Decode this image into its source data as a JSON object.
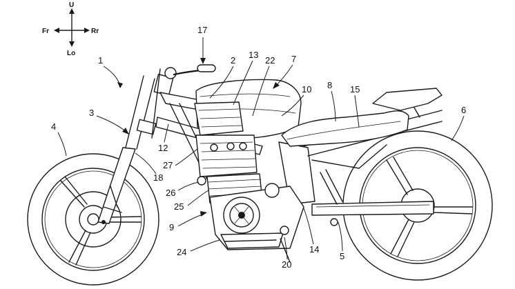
{
  "direction_indicator": {
    "up": "U",
    "front": "Fr",
    "rear": "Rr",
    "low": "Lo"
  },
  "reference_numerals": {
    "n1": "1",
    "n2": "2",
    "n3": "3",
    "n4": "4",
    "n5": "5",
    "n6": "6",
    "n7": "7",
    "n8": "8",
    "n9": "9",
    "n10": "10",
    "n12": "12",
    "n13": "13",
    "n14": "14",
    "n15": "15",
    "n17": "17",
    "n18": "18",
    "n20": "20",
    "n22": "22",
    "n24": "24",
    "n25": "25",
    "n26": "26",
    "n27": "27"
  }
}
